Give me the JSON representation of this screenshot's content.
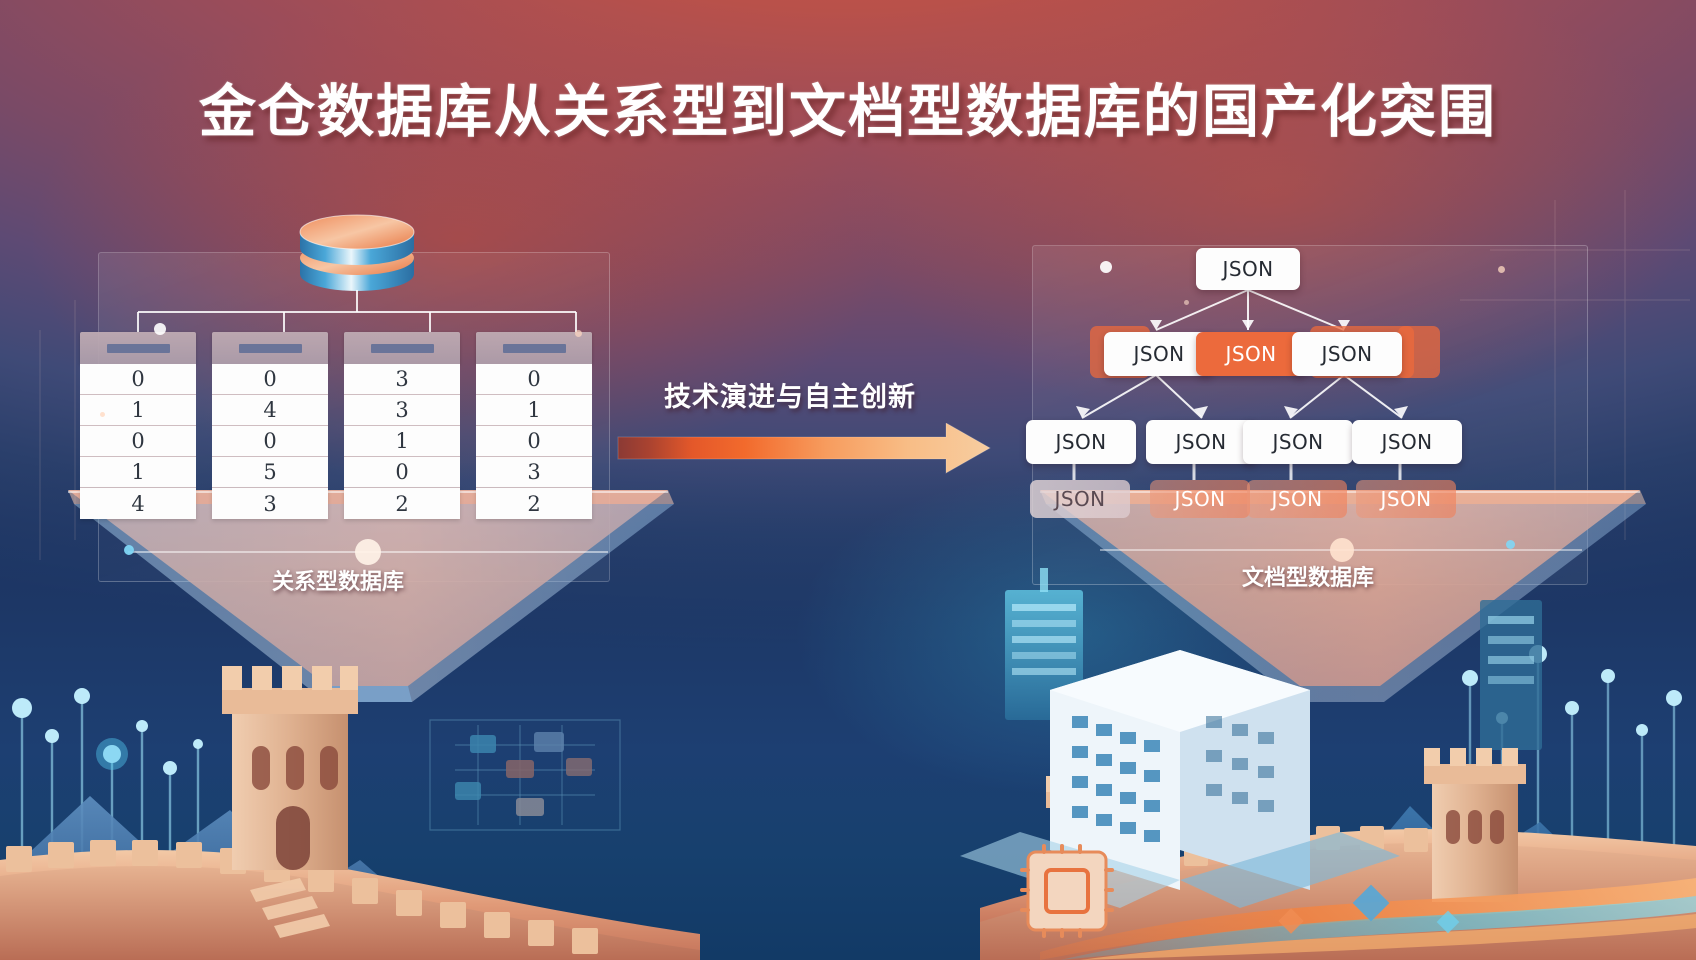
{
  "title": "金仓数据库从关系型到文档型数据库的国产化突围",
  "colors": {
    "accent_orange": "#ec6a3c",
    "accent_red": "#c24b33",
    "accent_blue": "#3aa7d6",
    "title_color": "#ffffff",
    "bg_top": "#c25445",
    "bg_bottom": "#123a66"
  },
  "left_panel": {
    "label": "关系型数据库",
    "icon": "database-cylinder-icon",
    "table": {
      "column_count": 4,
      "row_count": 5,
      "headers": [
        "",
        "",
        "",
        ""
      ],
      "columns": [
        [
          "0",
          "1",
          "0",
          "1",
          "4"
        ],
        [
          "0",
          "4",
          "0",
          "5",
          "3"
        ],
        [
          "3",
          "3",
          "1",
          "0",
          "2"
        ],
        [
          "0",
          "1",
          "0",
          "3",
          "2"
        ]
      ]
    }
  },
  "center": {
    "label": "技术演进与自主创新",
    "arrow": "right-arrow-gradient"
  },
  "right_panel": {
    "label": "文档型数据库",
    "tree": {
      "root": {
        "label": "JSON",
        "style": "white"
      },
      "level2": [
        {
          "label": "JSON",
          "style": "white"
        },
        {
          "label": "JSON",
          "style": "orange"
        },
        {
          "label": "JSON",
          "style": "white"
        }
      ],
      "level3": [
        {
          "label": "JSON",
          "style": "white"
        },
        {
          "label": "JSON",
          "style": "white"
        },
        {
          "label": "JSON",
          "style": "white"
        },
        {
          "label": "JSON",
          "style": "white"
        }
      ],
      "level4": [
        {
          "label": "JSON",
          "style": "ghost-pale"
        },
        {
          "label": "JSON",
          "style": "ghost"
        },
        {
          "label": "JSON",
          "style": "ghost"
        },
        {
          "label": "JSON",
          "style": "ghost"
        }
      ]
    }
  },
  "scene": {
    "elements": [
      "great-wall-illustration",
      "city-skyline-illustration",
      "circuit-board-illustration",
      "cpu-chip-icon",
      "data-wave-illustration"
    ]
  }
}
